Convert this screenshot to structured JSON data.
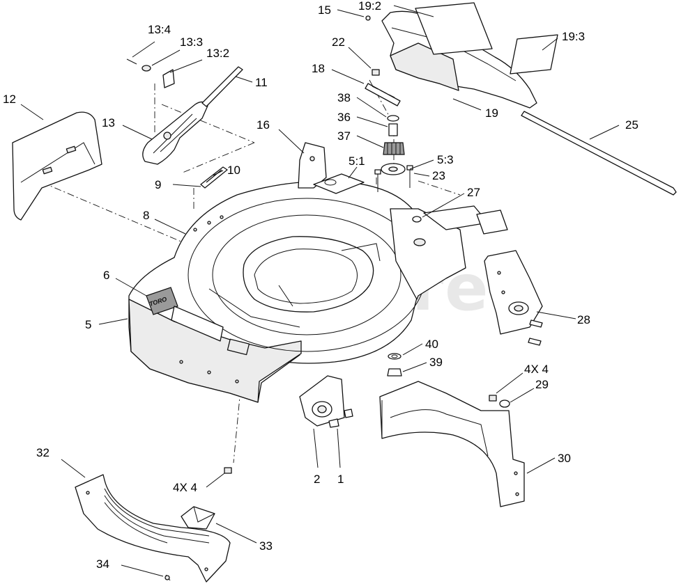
{
  "watermark": "PartsTree",
  "callouts": {
    "c15": "15",
    "c19_2": "19:2",
    "c19_3": "19:3",
    "c19": "19",
    "c25": "25",
    "c22": "22",
    "c18": "18",
    "c38": "38",
    "c36": "36",
    "c37": "37",
    "c5_3": "5:3",
    "c5_1": "5:1",
    "c23": "23",
    "c27": "27",
    "c16": "16",
    "c13_4": "13:4",
    "c13_3": "13:3",
    "c13_2": "13:2",
    "c11": "11",
    "c12": "12",
    "c13": "13",
    "c10": "10",
    "c9": "9",
    "c8": "8",
    "c6": "6",
    "c5": "5",
    "c28": "28",
    "c40": "40",
    "c39": "39",
    "c4x4_right": "4X 4",
    "c29": "29",
    "c30": "30",
    "c2": "2",
    "c1": "1",
    "c32": "32",
    "c4x4_left": "4X 4",
    "c33": "33",
    "c34": "34"
  },
  "colors": {
    "line": "#111111",
    "background": "#ffffff",
    "watermark": "#d6d6d6"
  }
}
